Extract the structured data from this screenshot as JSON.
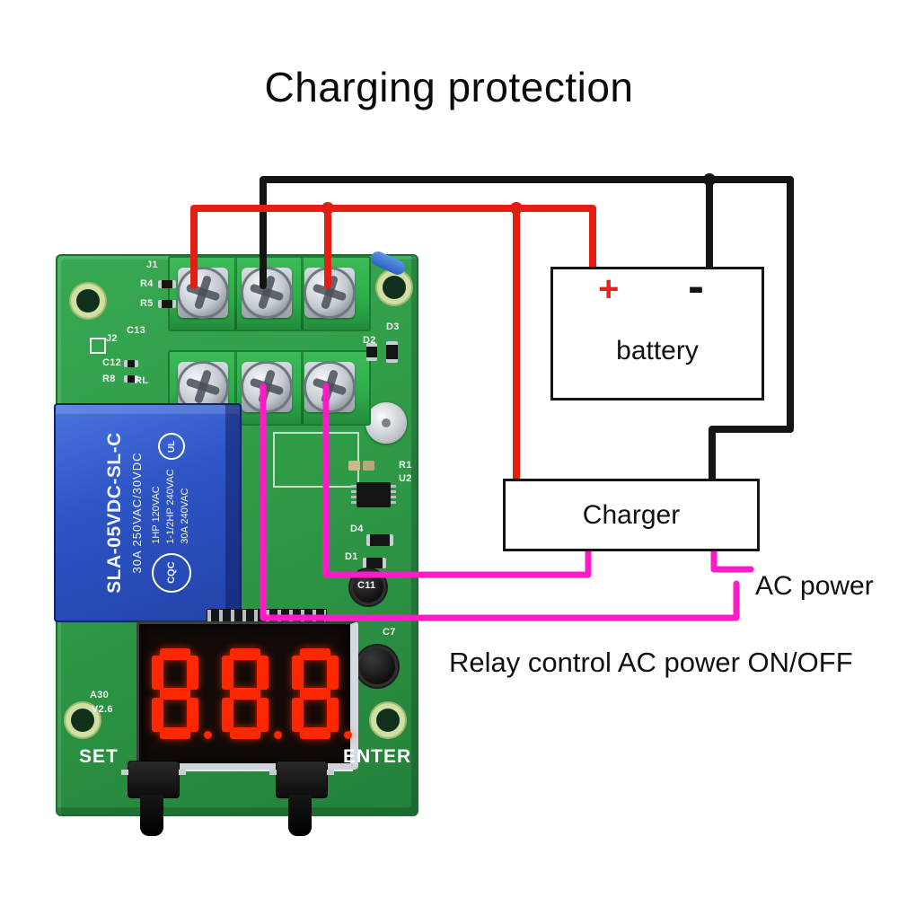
{
  "title": "Charging protection",
  "schematic": {
    "battery_label": "battery",
    "battery_plus": "+",
    "battery_minus": "-",
    "charger_label": "Charger",
    "ac_power_label": "AC power",
    "relay_note": "Relay control AC power ON/OFF"
  },
  "board": {
    "set_label": "SET",
    "enter_label": "ENTER",
    "display_value": "888",
    "relay": {
      "model": "SLA-05VDC-SL-C",
      "rating_main": "30A 250VAC/30VDC",
      "cqc_badge": "CQC",
      "ul_badge": "UL",
      "rating_1": "1HP 120VAC",
      "rating_2": "1-1/2HP 240VAC",
      "rating_3": "30A 240VAC"
    },
    "silkscreen": [
      "J1",
      "R4",
      "R5",
      "C13",
      "J2",
      "C12",
      "R8",
      "RL",
      "D3",
      "D2",
      "R1",
      "U2",
      "D4",
      "D1",
      "C11",
      "C7",
      "A30",
      "V2.6"
    ]
  },
  "colors": {
    "wire_red": "#e41e12",
    "wire_black": "#141414",
    "wire_pink": "#ff1bc5",
    "board_green": "#2f9b47",
    "terminal_green": "#2fae4c",
    "relay_blue": "#2e55c6",
    "display_red": "#ff2800",
    "battery_plus_red": "#e8211a"
  }
}
